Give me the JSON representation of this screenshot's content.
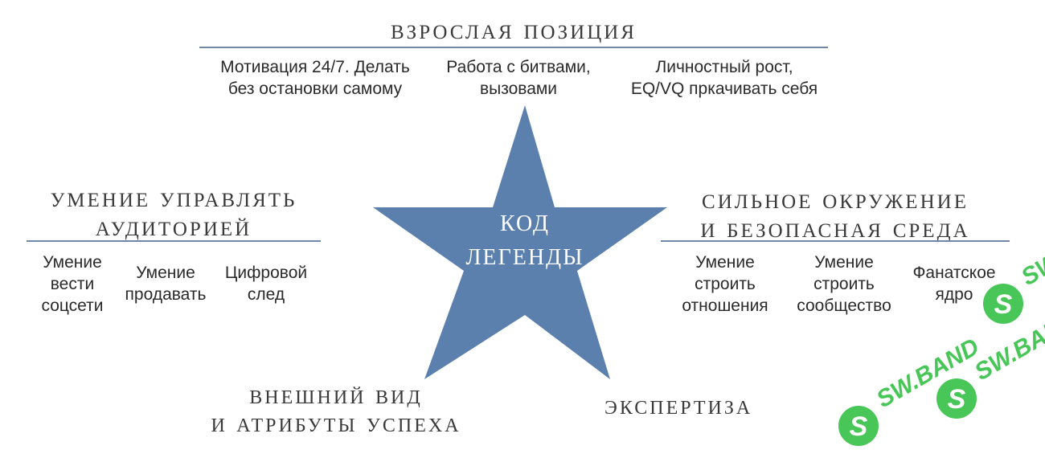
{
  "center": {
    "line1": "Код",
    "line2": "легенды"
  },
  "top": {
    "title": "Взрослая позиция",
    "items": [
      {
        "line1": "Мотивация 24/7. Делать",
        "line2": "без остановки самому"
      },
      {
        "line1": "Работа с битвами,",
        "line2": "вызовами"
      },
      {
        "line1": "Личностный рост,",
        "line2": "EQ/VQ пркачивать себя"
      }
    ]
  },
  "left": {
    "title_line1": "Умение управлять",
    "title_line2": "аудиторией",
    "items": [
      {
        "line1": "Умение",
        "line2": "вести",
        "line3": "соцсети"
      },
      {
        "line1": "Умение",
        "line2": "продавать"
      },
      {
        "line1": "Цифровой",
        "line2": "след"
      }
    ]
  },
  "right": {
    "title_line1": "Сильное окружение",
    "title_line2": "и безопасная среда",
    "items": [
      {
        "line1": "Умение",
        "line2": "строить",
        "line3": "отношения"
      },
      {
        "line1": "Умение",
        "line2": "строить",
        "line3": "сообщество"
      },
      {
        "line1": "Фанатское",
        "line2": "ядро"
      }
    ]
  },
  "bottom_left": {
    "line1": "Внешний вид",
    "line2": "и атрибуты успеха"
  },
  "bottom_right": {
    "line1": "Экспертиза"
  },
  "watermark": {
    "text": "SW.BAND",
    "logo_letter": "S"
  },
  "colors": {
    "star_fill": "#5b80ad",
    "rule": "#6f86a8",
    "watermark_green": "#39c24a"
  }
}
